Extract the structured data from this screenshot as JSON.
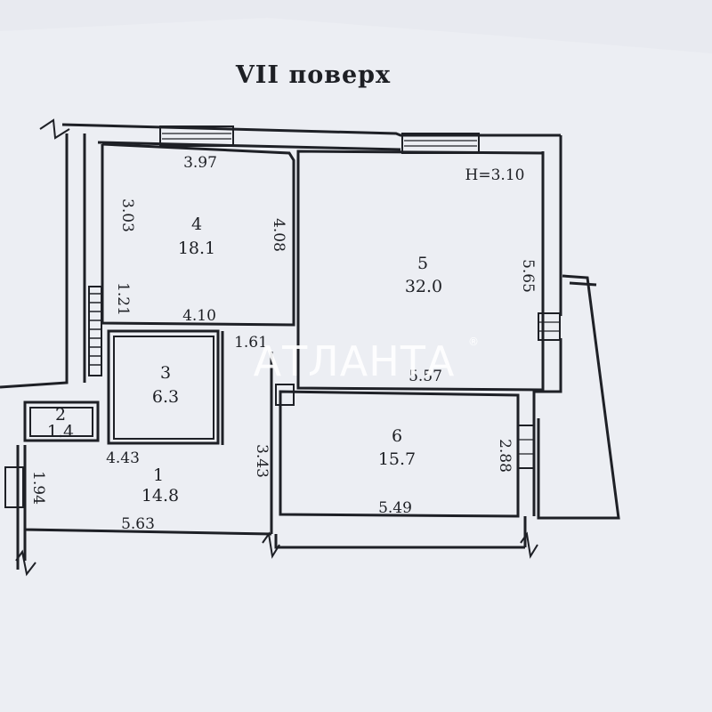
{
  "title": "VII поверх",
  "height_label": "H=3.10",
  "rooms": [
    {
      "number": "1",
      "area": "14.8"
    },
    {
      "number": "2",
      "area": "1.4"
    },
    {
      "number": "3",
      "area": "6.3"
    },
    {
      "number": "4",
      "area": "18.1"
    },
    {
      "number": "5",
      "area": "32.0"
    },
    {
      "number": "6",
      "area": "15.7"
    }
  ],
  "dimensions": {
    "r4_top": "3.97",
    "r4_left": "3.03",
    "r4_right": "4.08",
    "r4_bottom": "4.10",
    "corridor_width": "1.21",
    "opening": "1.61",
    "r5_right": "5.65",
    "r5_bottom": "5.57",
    "r1_top": "4.43",
    "r1_left": "1.94",
    "r1_right": "3.43",
    "r1_bottom": "5.63",
    "r6_right": "2.88",
    "r6_bottom": "5.49"
  },
  "watermark": {
    "text": "АТЛАНТА",
    "mark": "®"
  }
}
